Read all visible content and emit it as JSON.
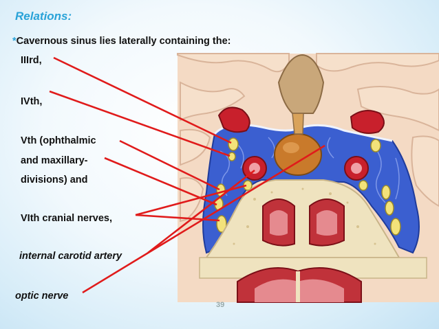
{
  "slide": {
    "title": "Relations:",
    "intro_star": "*",
    "intro_text": "Cavernous sinus  lies laterally containing the:",
    "labels": {
      "n3": "IIIrd,",
      "n4": "IVth,",
      "n5a": "Vth (ophthalmic",
      "n5b": "and maxillary-",
      "n5c": "divisions) and",
      "n6": "VIth cranial nerves,",
      "ica": "internal carotid artery",
      "optic": "optic nerve"
    },
    "page_number": "39",
    "colors": {
      "title": "#2aa3d8",
      "pointer_lines": "#e01b1b",
      "venous_sinus": "#3b5fd0",
      "artery": "#c8202c",
      "nerve": "#f3e27a",
      "bone": "#efe3bf",
      "brain": "#f3d7be"
    }
  }
}
